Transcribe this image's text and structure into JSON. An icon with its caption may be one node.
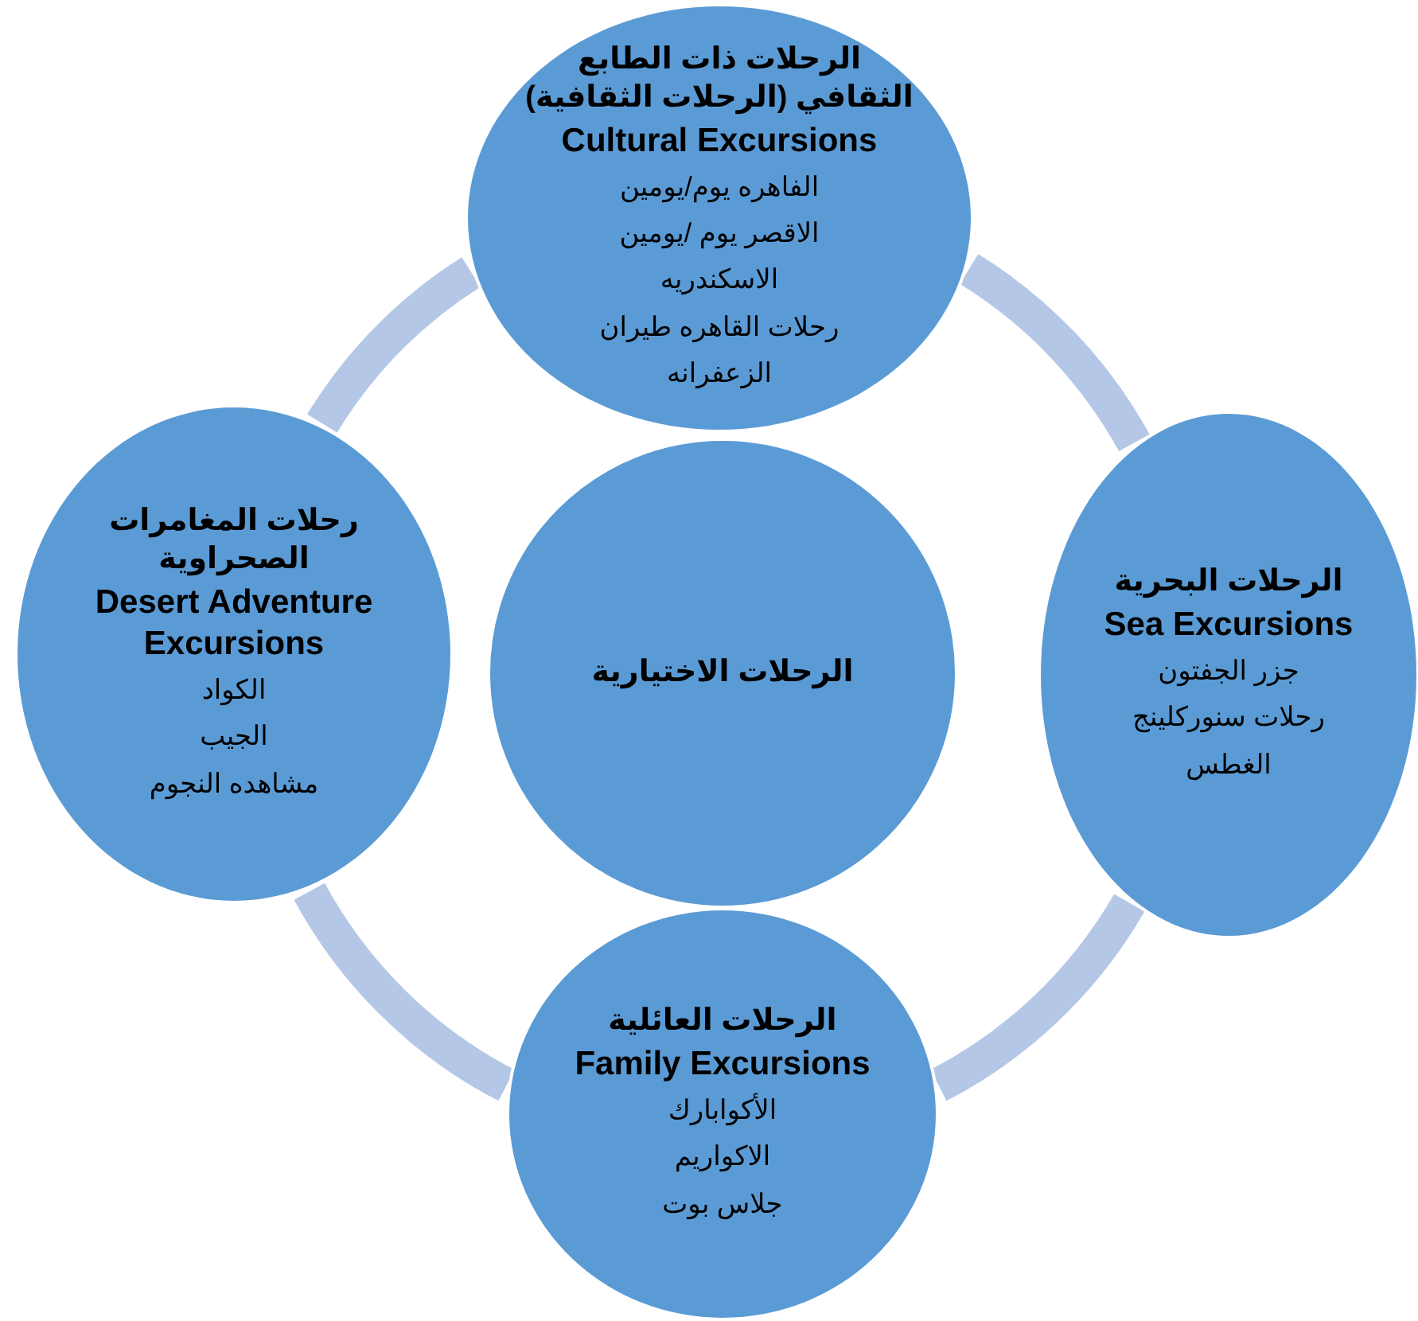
{
  "diagram": {
    "nodes": [
      {
        "text": [
          "الرحلات ذات الطابع الثقافي (الرحلات الثقافية)",
          "Cultural Excursions",
          "الفاهره يوم/يومين",
          "الاقصر يوم /يومين",
          "الاسكندريه",
          "رحلات القاهره طيران",
          "الزعفرانه"
        ]
      },
      {
        "text": [
          "رحلات المغامرات الصحراوية",
          "Desert Adventure Excursions",
          "الكواد",
          "الجيب",
          "مشاهده النجوم"
        ]
      },
      {
        "text": [
          "الرحلات الاختيارية"
        ]
      },
      {
        "text": [
          "الرحلات البحرية",
          "Sea Excursions",
          "جزر الجفتون",
          "رحلات سنوركلينج",
          "الغطس"
        ]
      },
      {
        "text": [
          "الرحلات العائلية",
          "Family Excursions",
          "الأكوابارك",
          "الاكواريم",
          "جلاس بوت"
        ]
      }
    ],
    "edges": [
      {
        "from": 0,
        "to": 3,
        "arrow": "none"
      },
      {
        "from": 3,
        "to": 4,
        "arrow": "none"
      },
      {
        "from": 4,
        "to": 1,
        "arrow": "none"
      },
      {
        "from": 1,
        "to": 0,
        "arrow": "none"
      }
    ]
  }
}
